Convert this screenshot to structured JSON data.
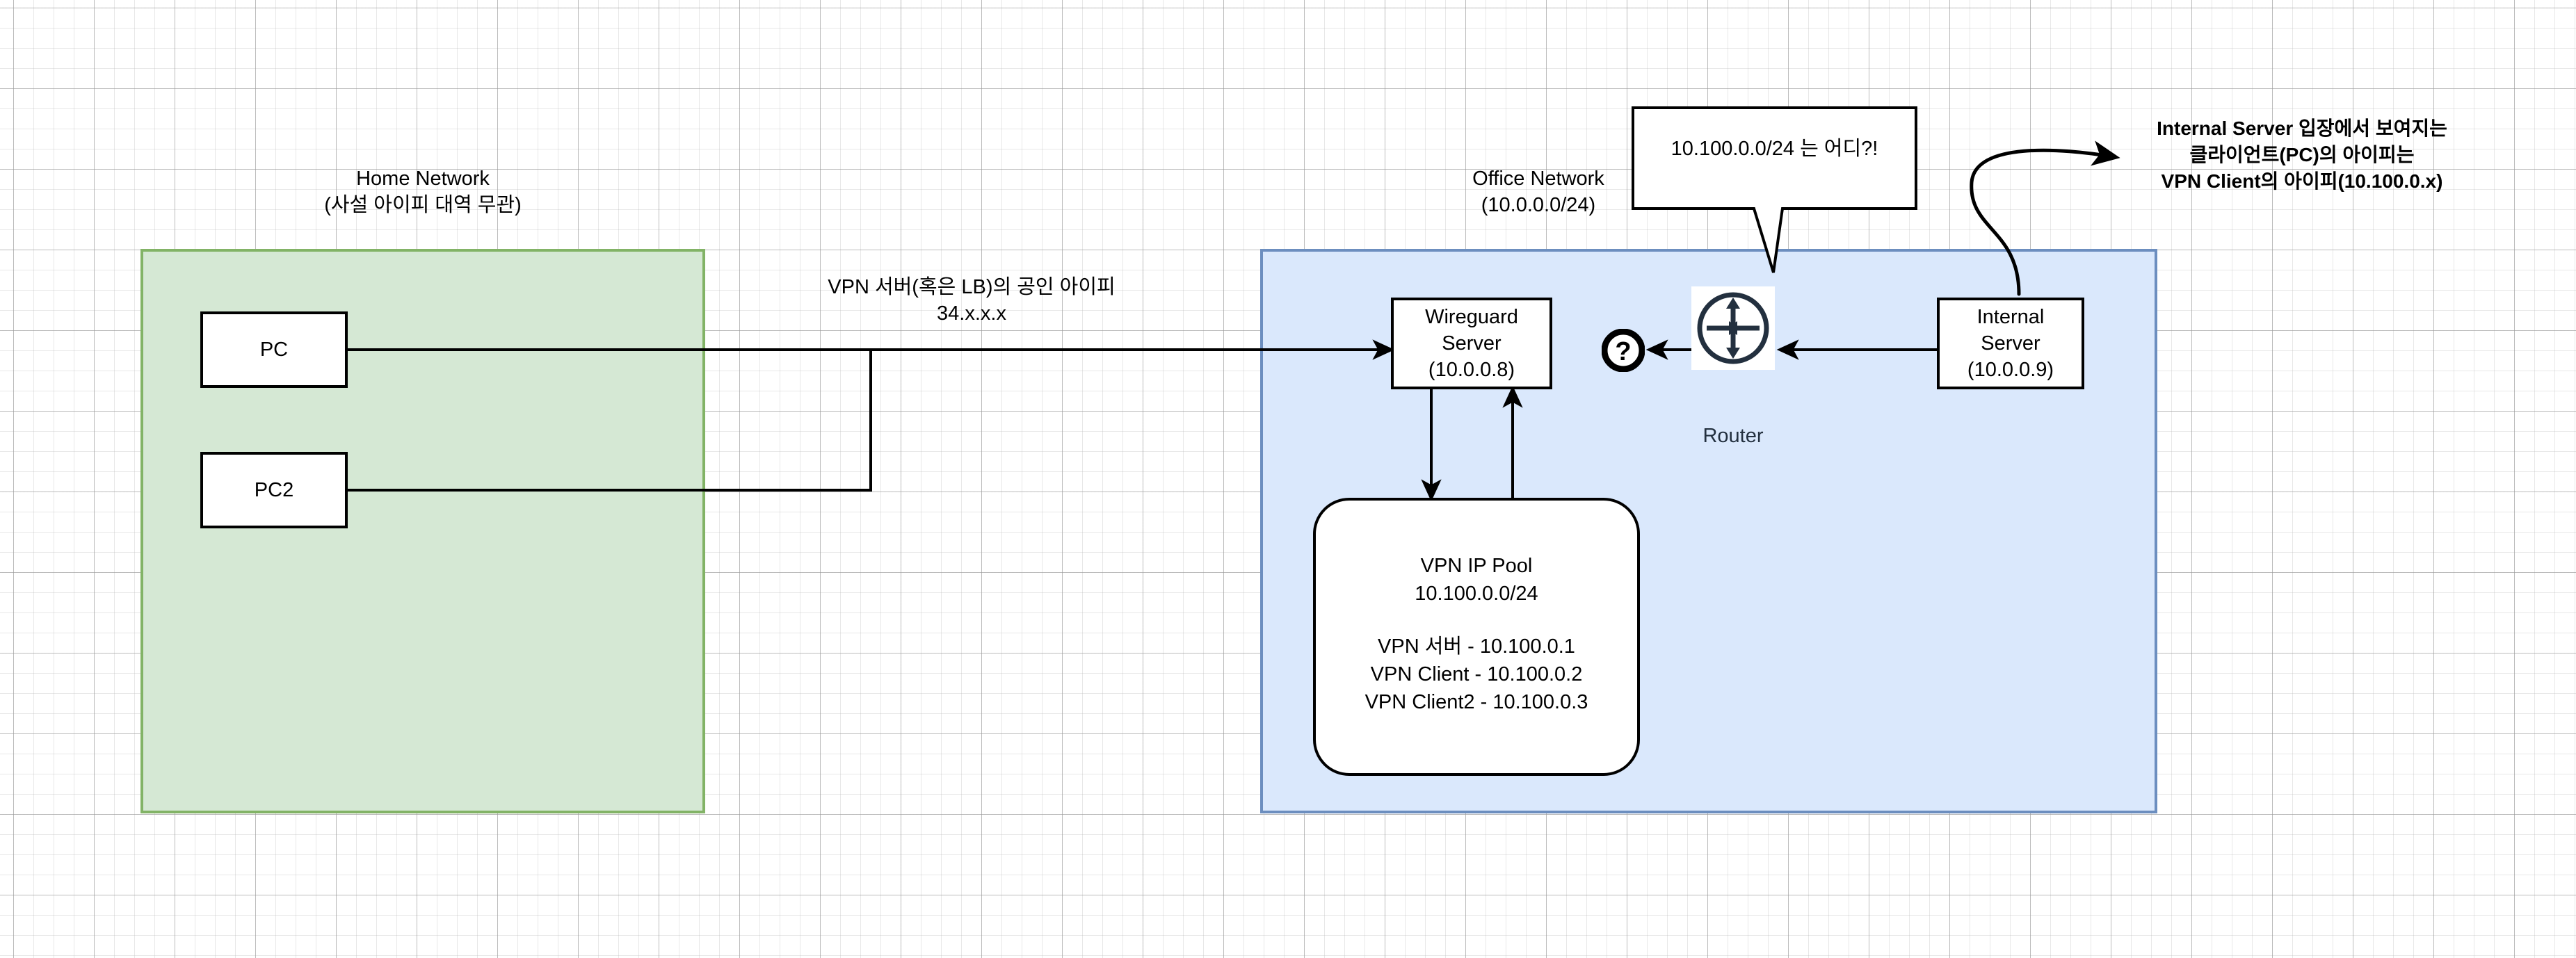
{
  "zones": {
    "home": {
      "title": "Home Network",
      "subtitle": "(사설 아이피 대역 무관)"
    },
    "office": {
      "title": "Office Network",
      "subtitle": "(10.0.0.0/24)"
    }
  },
  "nodes": {
    "pc": {
      "label": "PC"
    },
    "pc2": {
      "label": "PC2"
    },
    "wireguard": {
      "line1": "Wireguard",
      "line2": "Server",
      "line3": "(10.0.0.8)"
    },
    "internal_server": {
      "line1": "Internal",
      "line2": "Server",
      "line3": "(10.0.0.9)"
    },
    "router": {
      "label": "Router"
    },
    "question": {
      "glyph": "?"
    },
    "vpn_pool": {
      "title": "VPN IP Pool",
      "cidr": "10.100.0.0/24",
      "entries": [
        "VPN 서버 - 10.100.0.1",
        "VPN Client - 10.100.0.2",
        "VPN Client2 - 10.100.0.3"
      ]
    }
  },
  "labels": {
    "public_ip_line1": "VPN 서버(혹은 LB)의 공인 아이피",
    "public_ip_line2": "34.x.x.x"
  },
  "callout": {
    "text": "10.100.0.0/24 는 어디?!"
  },
  "note": {
    "line1": "Internal Server 입장에서 보여지는",
    "line2": "클라이언트(PC)의 아이피는",
    "line3": "VPN Client의 아이피(10.100.0.x)"
  },
  "colors": {
    "home_fill": "#d5e8d4",
    "home_stroke": "#82b366",
    "office_fill": "#dae8fc",
    "office_stroke": "#6c8ebf",
    "node_stroke": "#000000",
    "node_fill": "#ffffff",
    "router_stroke": "#23303f",
    "grid": "#d9d9d9"
  }
}
